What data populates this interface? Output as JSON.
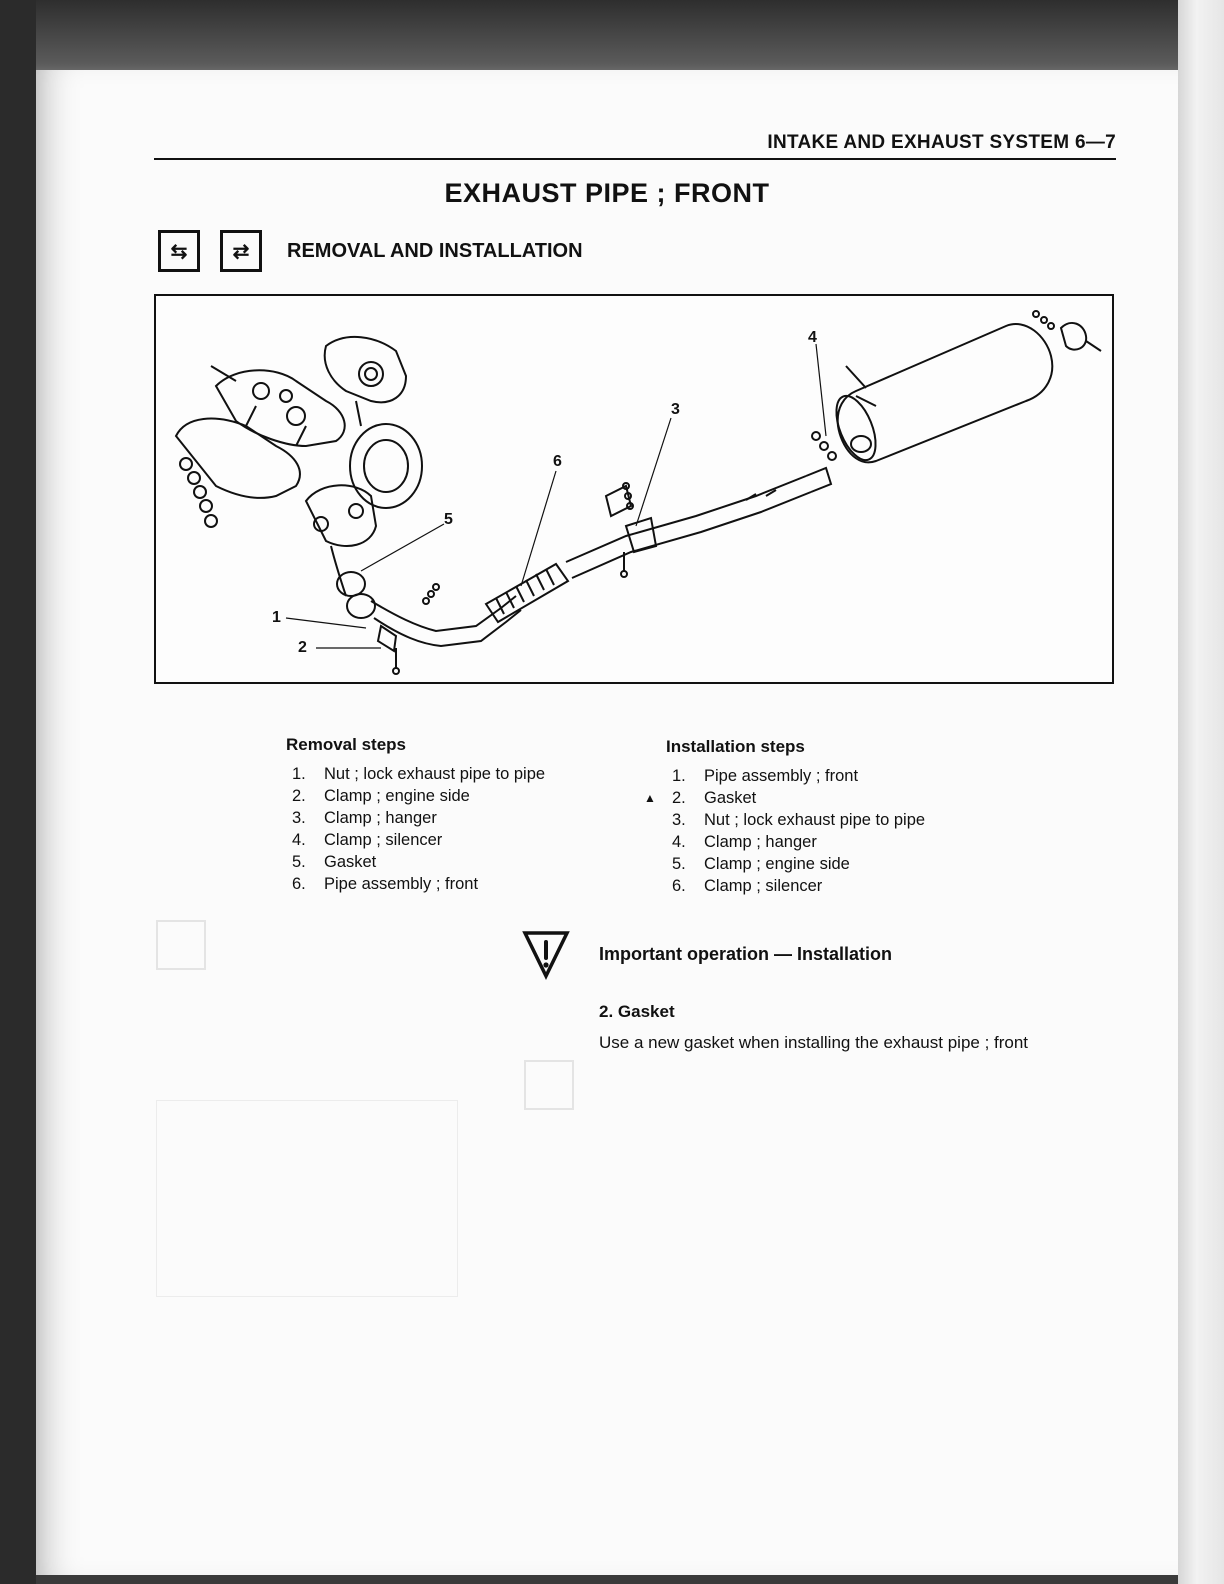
{
  "header": {
    "section_title": "INTAKE AND EXHAUST SYSTEM  6—7"
  },
  "title": "EXHAUST PIPE ; FRONT",
  "section": {
    "icons": [
      "disassemble-arrows-icon",
      "reassemble-arrows-icon"
    ],
    "heading": "REMOVAL AND INSTALLATION"
  },
  "figure": {
    "callouts": [
      "1",
      "2",
      "3",
      "4",
      "5",
      "6"
    ]
  },
  "removal": {
    "heading": "Removal steps",
    "steps": [
      {
        "num": "1.",
        "text": "Nut ; lock exhaust pipe to pipe"
      },
      {
        "num": "2.",
        "text": "Clamp ; engine side"
      },
      {
        "num": "3.",
        "text": "Clamp ; hanger"
      },
      {
        "num": "4.",
        "text": "Clamp ; silencer"
      },
      {
        "num": "5.",
        "text": "Gasket"
      },
      {
        "num": "6.",
        "text": "Pipe assembly ; front"
      }
    ]
  },
  "installation": {
    "heading": "Installation steps",
    "steps": [
      {
        "num": "1.",
        "text": "Pipe assembly ; front",
        "mark": ""
      },
      {
        "num": "2.",
        "text": "Gasket",
        "mark": "▲"
      },
      {
        "num": "3.",
        "text": "Nut ; lock exhaust pipe to pipe",
        "mark": ""
      },
      {
        "num": "4.",
        "text": "Clamp ; hanger",
        "mark": ""
      },
      {
        "num": "5.",
        "text": "Clamp ; engine side",
        "mark": ""
      },
      {
        "num": "6.",
        "text": "Clamp ; silencer",
        "mark": ""
      }
    ]
  },
  "important": {
    "icon": "warning-triangle-icon",
    "title": "Important operation — Installation",
    "subheading": "2.  Gasket",
    "text": "Use a new gasket when installing the exhaust pipe ; front"
  }
}
